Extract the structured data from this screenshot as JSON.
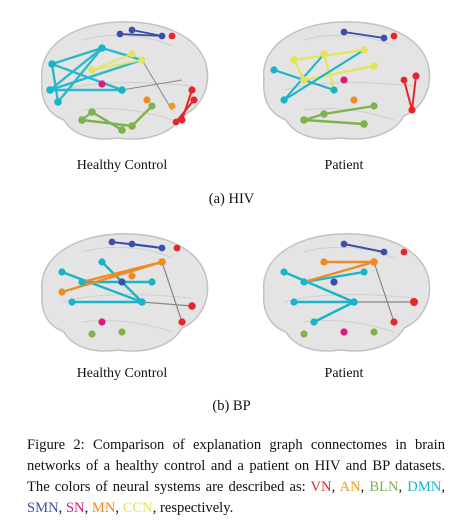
{
  "figure": {
    "subfigure_a": {
      "caption": "(a) HIV",
      "left_label": "Healthy Control",
      "right_label": "Patient"
    },
    "subfigure_b": {
      "caption": "(b) BP",
      "left_label": "Healthy Control",
      "right_label": "Patient"
    },
    "caption_text": "Figure 2: Comparison of explanation graph connectomes in brain networks of a healthy control and a patient on HIV and BP datasets. The colors of neural systems are described as:",
    "legend": [
      {
        "abbr": "VN",
        "color": "#e8262a",
        "sep": ", "
      },
      {
        "abbr": "AN",
        "color": "#f39a1e",
        "sep": ", "
      },
      {
        "abbr": "BLN",
        "color": "#7db34a",
        "sep": ", "
      },
      {
        "abbr": "DMN",
        "color": "#18b4c9",
        "sep": ", "
      },
      {
        "abbr": "SMN",
        "color": "#3b4fa8",
        "sep": ", "
      },
      {
        "abbr": "SN",
        "color": "#e0197d",
        "sep": ", "
      },
      {
        "abbr": "MN",
        "color": "#f08a24",
        "sep": ", "
      },
      {
        "abbr": "CCN",
        "color": "#e4e45a",
        "sep": ", "
      }
    ],
    "caption_end": "respectively."
  }
}
